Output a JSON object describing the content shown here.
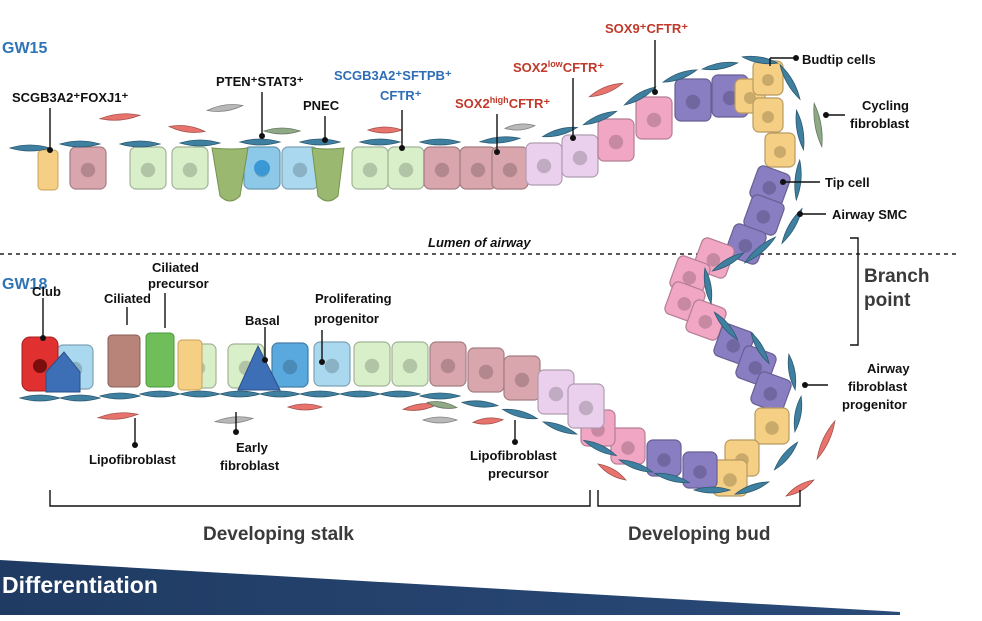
{
  "gw15": "GW15",
  "gw18": "GW18",
  "labels": {
    "scgb_foxj1": "SCGB3A2⁺FOXJ1⁺",
    "pten_stat3": "PTEN⁺STAT3⁺",
    "pnec": "PNEC",
    "scgb_sftpb_1": "SCGB3A2⁺SFTPB⁺",
    "scgb_sftpb_2": "CFTR⁺",
    "sox2high_a": "SOX2",
    "sox2high_b": "high",
    "sox2high_c": "CFTR⁺",
    "sox2low_a": "SOX2",
    "sox2low_b": "low",
    "sox2low_c": "CFTR⁺",
    "sox9": "SOX9⁺CFTR⁺",
    "budtip": "Budtip cells",
    "cycling_1": "Cycling",
    "cycling_2": "fibroblast",
    "tip": "Tip cell",
    "airway_smc": "Airway SMC",
    "lumen": "Lumen of airway",
    "branch_1": "Branch",
    "branch_2": "point",
    "club": "Club",
    "ciliated": "Ciliated",
    "ciliated_prec_1": "Ciliated",
    "ciliated_prec_2": "precursor",
    "basal": "Basal",
    "prolif_1": "Proliferating",
    "prolif_2": "progenitor",
    "afp_1": "Airway",
    "afp_2": "fibroblast",
    "afp_3": "progenitor",
    "lipofibroblast": "Lipofibroblast",
    "early_1": "Early",
    "early_2": "fibroblast",
    "lipoprec_1": "Lipofibroblast",
    "lipoprec_2": "precursor",
    "stalk": "Developing stalk",
    "bud": "Developing bud",
    "differentiation": "Differentiation"
  },
  "colors": {
    "gw": "#2f74b5",
    "sox_red": "#c0392b",
    "scgb_blue": "#2f6db5",
    "banner": "#1f3b63",
    "fibroblast_blue": "#3f7fa0",
    "lipofibroblast": "#e8736c",
    "early_fibroblast": "#b8b8b8",
    "green_cell": "#d8efc9",
    "rose_cell": "#d9a6ad",
    "pink_cell": "#f1a7c4",
    "lilac_cell": "#ead0ec",
    "purple_cell": "#8a7ec3",
    "yellow_cell": "#f5cf83",
    "basal_cell": "#3d6fb6",
    "lightblue_cell": "#a9d8ef",
    "club_cell": "#e03030",
    "ciliated_cell": "#b8847a",
    "ciliated_prec_cell": "#6fbe5a",
    "pnec_cell": "#9ab870"
  }
}
